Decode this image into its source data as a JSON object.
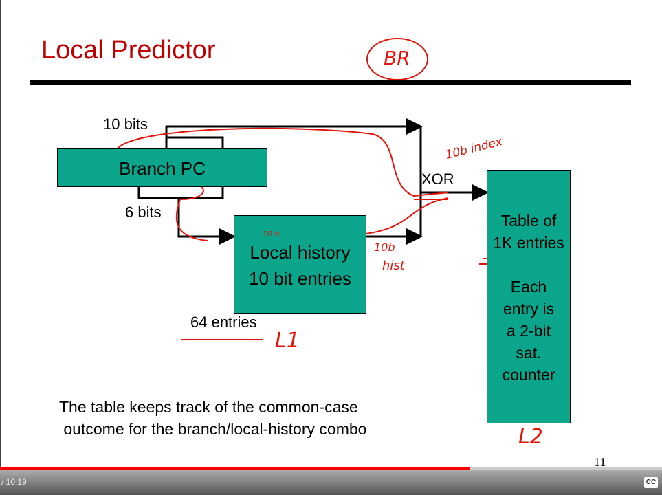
{
  "slide": {
    "title": "Local Predictor",
    "branch_pc": "Branch PC",
    "label_10bits": "10 bits",
    "label_6bits": "6 bits",
    "local_history_line1": "Local history",
    "local_history_line2": "10 bit entries",
    "label_64entries": "64 entries",
    "xor": "XOR",
    "table_lines": [
      "Table of",
      "1K entries",
      "Each",
      "entry is",
      "a 2-bit",
      "sat.",
      "counter"
    ],
    "caption_line1": "The table keeps track of the common-case",
    "caption_line2": " outcome for the branch/local-history combo",
    "page_number": "11"
  },
  "annotations": {
    "br": "BR",
    "index": "10b index",
    "hist1": "10b",
    "hist2": "hist",
    "ten_b": "10 b",
    "l1": "L1",
    "l2": "L2"
  },
  "player": {
    "time": "/ 10:19",
    "progress_percent": 71,
    "cc_label": "CC",
    "accent": "#ff0000"
  }
}
